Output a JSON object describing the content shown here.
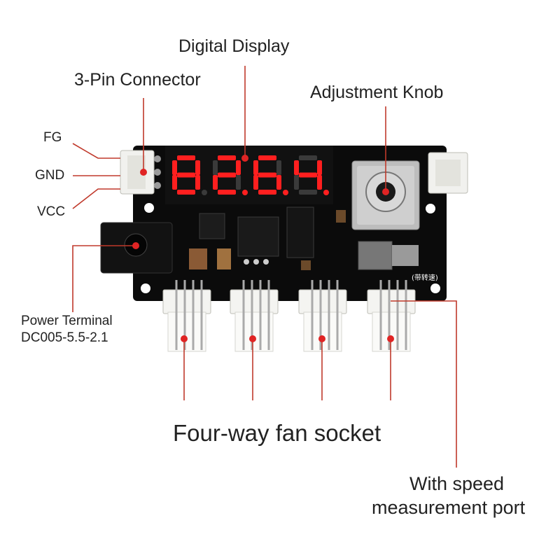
{
  "labels": {
    "digital_display": "Digital Display",
    "three_pin_connector": "3-Pin Connector",
    "adjustment_knob": "Adjustment Knob",
    "pin_fg": "FG",
    "pin_gnd": "GND",
    "pin_vcc": "VCC",
    "power_terminal_line1": "Power Terminal",
    "power_terminal_line2": "DC005-5.5-2.1",
    "fan_sockets": "Four-way fan socket",
    "speed_port_line1": "With speed",
    "speed_port_line2": "measurement port"
  },
  "board": {
    "display_value": "8.2.6.4",
    "pcb_color": "#0b0b0b",
    "segment_on_color": "#ff1f1f",
    "segment_off_color": "#3a3a3a",
    "silkscreen_text": "(带转速)"
  },
  "colors": {
    "callout": "#c0392b",
    "marker": "#e02424"
  }
}
